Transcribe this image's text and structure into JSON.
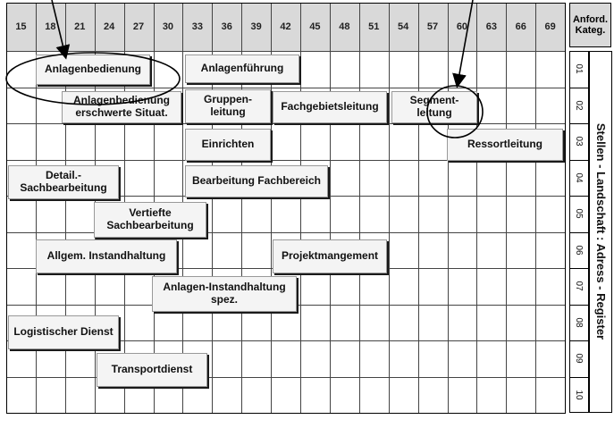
{
  "columns": [
    "15",
    "18",
    "21",
    "24",
    "27",
    "30",
    "33",
    "36",
    "39",
    "42",
    "45",
    "48",
    "51",
    "54",
    "57",
    "60",
    "63",
    "66",
    "69"
  ],
  "category_header": "Anford.\nKateg.",
  "rows": [
    "01",
    "02",
    "03",
    "04",
    "05",
    "06",
    "07",
    "08",
    "09",
    "10"
  ],
  "side_label": "Stellen - Landschaft :     Adress - Register",
  "boxes": [
    {
      "id": "anlagenbedienung",
      "text": "Anlagenbedienung"
    },
    {
      "id": "anlagenfuehrung",
      "text": "Anlagenführung"
    },
    {
      "id": "anlagenbedienung-erschwert",
      "text": "Anlagenbedienung\nerschwerte Situat."
    },
    {
      "id": "gruppenleitung",
      "text": "Gruppen-\nleitung"
    },
    {
      "id": "fachgebietsleitung",
      "text": "Fachgebietsleitung"
    },
    {
      "id": "segmentleitung",
      "text": "Segment-\nleitung"
    },
    {
      "id": "einrichten",
      "text": "Einrichten"
    },
    {
      "id": "ressortleitung",
      "text": "Ressortleitung"
    },
    {
      "id": "detail-sachbearbeitung",
      "text": "Detail.-\nSachbearbeitung"
    },
    {
      "id": "bearbeitung-fachbereich",
      "text": "Bearbeitung Fachbereich"
    },
    {
      "id": "vertiefte-sachbearbeitung",
      "text": "Vertiefte\nSachbearbeitung"
    },
    {
      "id": "allgem-instandhaltung",
      "text": "Allgem. Instandhaltung"
    },
    {
      "id": "projektmangement",
      "text": "Projektmangement"
    },
    {
      "id": "anlagen-instandhaltung-spez",
      "text": "Anlagen-Instandhaltung\nspez."
    },
    {
      "id": "logistischer-dienst",
      "text": "Logistischer Dienst"
    },
    {
      "id": "transportdienst",
      "text": "Transportdienst"
    }
  ],
  "colors": {
    "header_bg": "#d9d9d9",
    "box_bg": "#f4f4f4",
    "shadow": "#1a1a1a",
    "grid": "#444444"
  }
}
